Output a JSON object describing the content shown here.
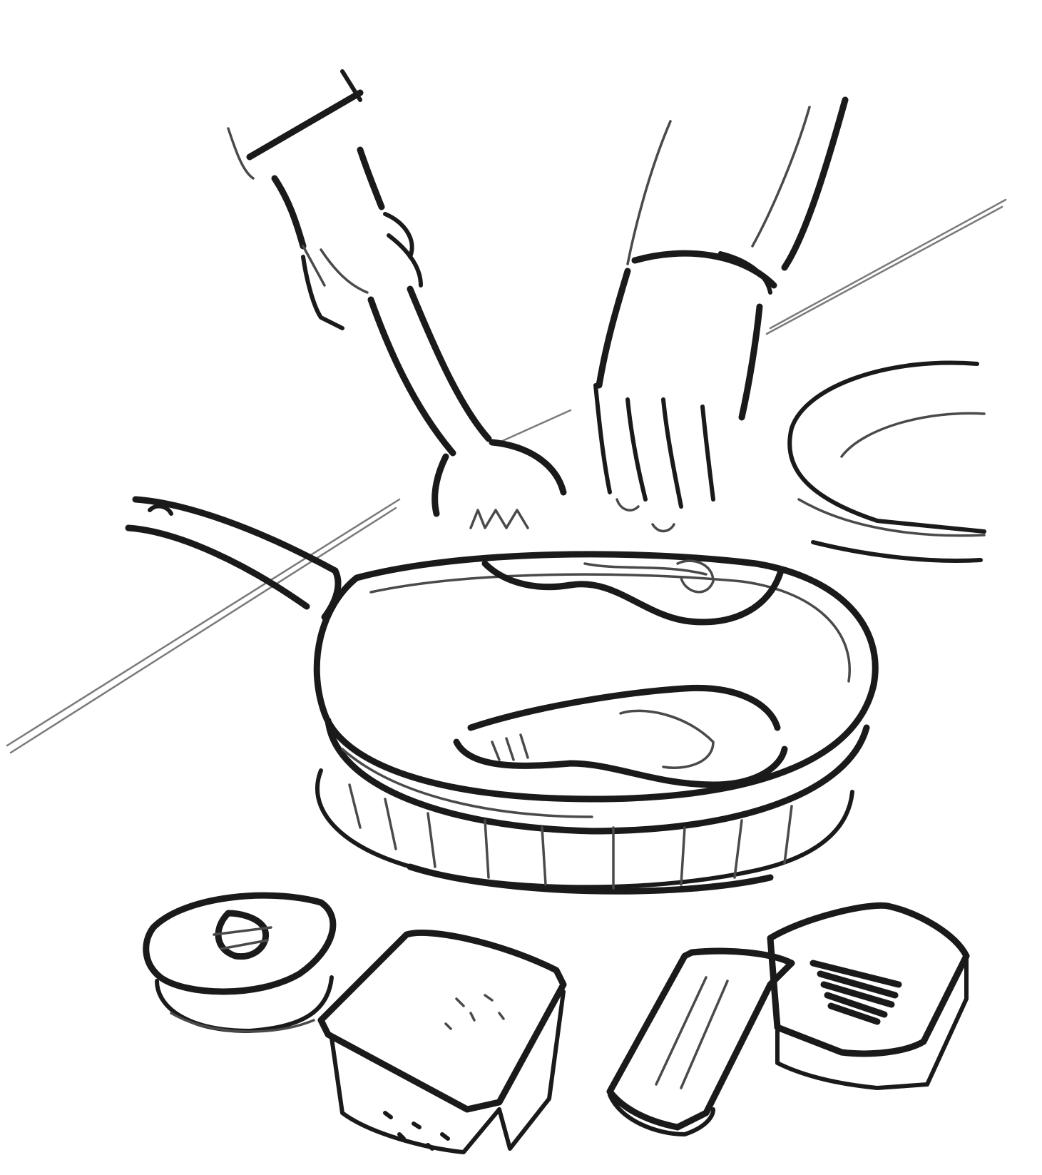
{
  "illustration": {
    "style": "black charcoal line sketch on white",
    "ink_color": "#1a1a1a",
    "shade_color": "#7a7a7a",
    "background_color": "#ffffff",
    "subjects": [
      "hand-holding-spatula",
      "hand-gripping-pan",
      "frying-pan-with-food",
      "trivet-under-pan",
      "plate-right",
      "countertop-edge",
      "round-jar",
      "container-with-seasoning",
      "glass-dish",
      "container-with-stripes"
    ]
  }
}
